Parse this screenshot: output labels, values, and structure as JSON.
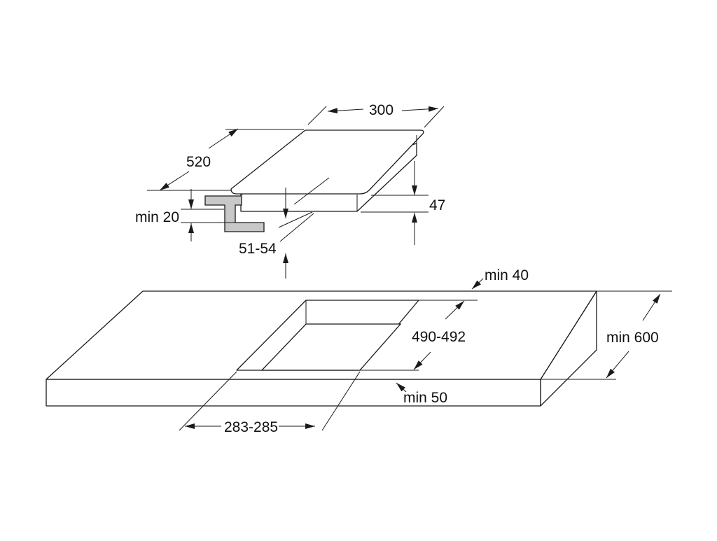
{
  "colors": {
    "line": "#1a1a1a",
    "bracket_fill": "#c8c8c8",
    "background": "#ffffff"
  },
  "labels": {
    "hob_width": "300",
    "hob_depth": "520",
    "hob_height": "47",
    "clamp_min": "min 20",
    "counter_thickness": "51-54",
    "edge_back_min": "min 40",
    "cutout_depth": "490-492",
    "worktop_depth_min": "min 600",
    "edge_front_min": "min 50",
    "cutout_width": "283-285"
  }
}
